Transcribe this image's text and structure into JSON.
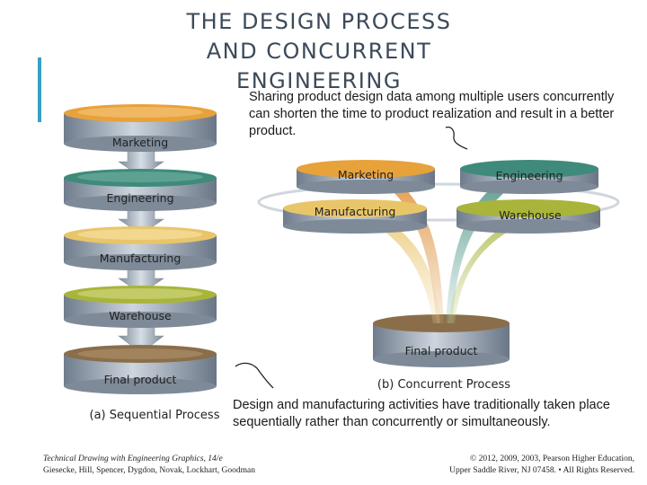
{
  "title": {
    "line1": "THE DESIGN PROCESS",
    "line2": "AND CONCURRENT ENGINEERING"
  },
  "notes": {
    "concurrent": "Sharing product design data among multiple users concurrently can shorten the time to product realization and result in a better product.",
    "sequential": "Design and manufacturing activities have traditionally taken place sequentially rather than concurrently or simultaneously."
  },
  "sequential": {
    "caption": "(a) Sequential Process",
    "stages": [
      "Marketing",
      "Engineering",
      "Manufacturing",
      "Warehouse",
      "Final product"
    ]
  },
  "concurrent": {
    "caption": "(b) Concurrent Process",
    "stages": [
      "Marketing",
      "Engineering",
      "Manufacturing",
      "Warehouse"
    ],
    "final": "Final product"
  },
  "footer": {
    "book": "Technical Drawing with Engineering Graphics, 14/e",
    "authors": "Giesecke, Hill, Spencer, Dygdon, Novak, Lockhart, Goodman",
    "copyright": "© 2012, 2009, 2003, Pearson Higher Education,",
    "rights": "Upper Saddle River, NJ 07458. • All Rights Reserved."
  },
  "colors": {
    "marketing": "#e8a23a",
    "engineering": "#3f8a7a",
    "manufacturing": "#e9c56a",
    "warehouse": "#a9b43a",
    "final": "#8a6e4a",
    "disk_body": "#9aa6b4",
    "accent": "#3aa0c4"
  }
}
